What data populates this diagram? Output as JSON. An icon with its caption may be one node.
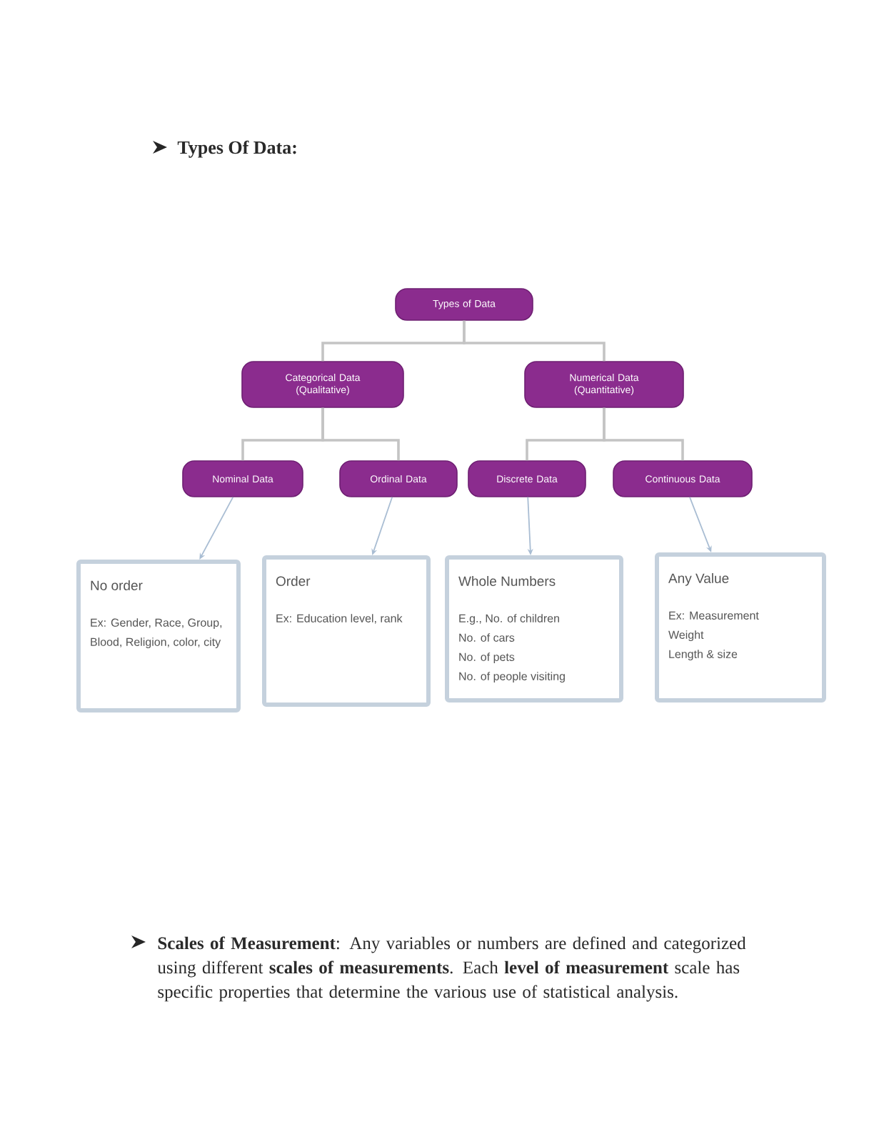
{
  "diagram": {
    "title": "Types Of Data:",
    "nodes": [
      {
        "text": [
          "Types of Data"
        ]
      },
      {
        "text": [
          "Categorical Data (Qualitative)"
        ]
      },
      {
        "text": [
          "Numerical Data (Quantitative)"
        ]
      },
      {
        "text": [
          "Nominal Data"
        ]
      },
      {
        "text": [
          "Ordinal Data"
        ]
      },
      {
        "text": [
          "Discrete Data"
        ]
      },
      {
        "text": [
          "Continuous Data"
        ]
      },
      {
        "text": [
          "No order",
          "Ex: Gender, Race, Group, Blood, Religion, color, city"
        ]
      },
      {
        "text": [
          "Order",
          "Ex: Education level, rank"
        ]
      },
      {
        "text": [
          "Whole Numbers",
          "E.g., No. of children",
          "No. of cars",
          "No. of pets",
          "No. of people visiting"
        ]
      },
      {
        "text": [
          "Any Value",
          "Ex: Measurement",
          "Weight",
          "Length & size"
        ]
      }
    ],
    "edges": [
      {
        "from": 0,
        "to": 1,
        "arrow": "none"
      },
      {
        "from": 0,
        "to": 2,
        "arrow": "none"
      },
      {
        "from": 1,
        "to": 3,
        "arrow": "none"
      },
      {
        "from": 1,
        "to": 4,
        "arrow": "none"
      },
      {
        "from": 2,
        "to": 5,
        "arrow": "none"
      },
      {
        "from": 2,
        "to": 6,
        "arrow": "none"
      },
      {
        "from": 3,
        "to": 7,
        "arrow": "to",
        "color": "#a9bdd3"
      },
      {
        "from": 4,
        "to": 8,
        "arrow": "to",
        "color": "#a9bdd3"
      },
      {
        "from": 5,
        "to": 9,
        "arrow": "to",
        "color": "#a9bdd3"
      },
      {
        "from": 6,
        "to": 10,
        "arrow": "to",
        "color": "#a9bdd3"
      }
    ],
    "labels": [
      "**Scales of Measurement**: Any variables or numbers are defined and categorized using different **scales of measurements**. Each **level of measurement** scale has specific properties that determine the various use of statistical analysis."
    ]
  }
}
